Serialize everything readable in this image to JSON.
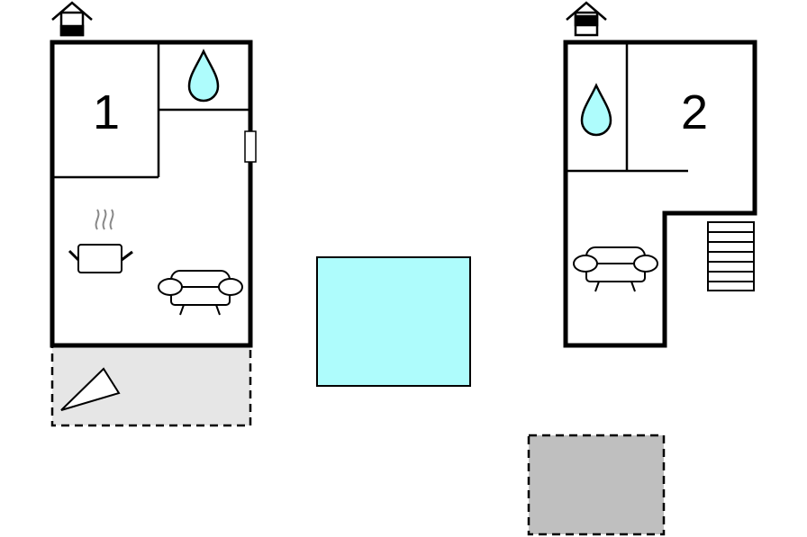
{
  "floor_plan": {
    "colors": {
      "wall": "#000000",
      "water": "#aefcfc",
      "pool": "#aefcfc",
      "terrace": "#e6e6e6",
      "parking": "#bfbfbf",
      "background": "#ffffff"
    },
    "units": [
      {
        "label": "1",
        "icons": [
          "house-icon",
          "water-drop-icon",
          "cooking-pot-icon",
          "sofa-icon",
          "deckchair-icon"
        ]
      },
      {
        "label": "2",
        "icons": [
          "house-icon",
          "water-drop-icon",
          "sofa-icon",
          "stairs-icon"
        ]
      }
    ],
    "outdoor": [
      "pool",
      "terrace",
      "parking"
    ]
  }
}
